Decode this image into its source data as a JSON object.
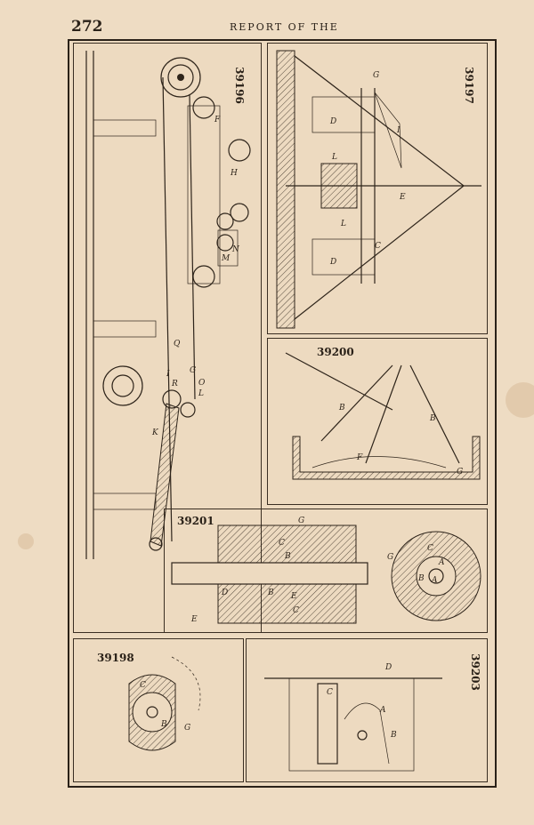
{
  "header": {
    "page_number": "272",
    "running_head": "REPORT OF THE"
  },
  "figures": {
    "fig_39196": {
      "number": "39196",
      "labels": [
        "F",
        "H",
        "N",
        "M",
        "G",
        "O",
        "L",
        "I",
        "R",
        "Q",
        "K"
      ]
    },
    "fig_39197": {
      "number": "39197",
      "labels": [
        "G",
        "D",
        "I",
        "L",
        "E",
        "L",
        "C",
        "D"
      ]
    },
    "fig_39200": {
      "number": "39200",
      "labels": [
        "B",
        "B",
        "F",
        "G"
      ]
    },
    "fig_39201": {
      "number": "39201",
      "labels": [
        "G",
        "C",
        "B",
        "D",
        "B",
        "E",
        "C",
        "E",
        "G",
        "C",
        "A",
        "B",
        "A"
      ]
    },
    "fig_39198": {
      "number": "39198",
      "labels": [
        "C",
        "B",
        "G"
      ]
    },
    "fig_39203": {
      "number": "39203",
      "labels": [
        "D",
        "C",
        "A",
        "B"
      ]
    }
  }
}
